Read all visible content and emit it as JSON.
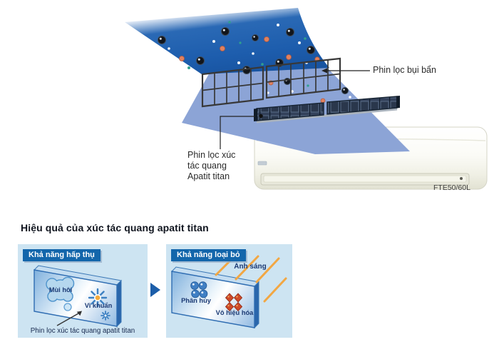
{
  "top_diagram": {
    "dust_filter_label": "Phin lọc bụi bẩn",
    "photo_filter_label": {
      "line1": "Phin lọc xúc",
      "line2": "tác quang",
      "line3": "Apatit titan"
    },
    "model_label": "FTE50/60L"
  },
  "effect_section": {
    "heading": "Hiệu quả của xúc tác quang apatit titan",
    "absorption_panel": {
      "badge": "Khả năng hấp thụ",
      "odor_label": "Mùi hôi",
      "bacteria_label": "Vi khuẩn",
      "caption": "Phin lọc xúc tác quang apatit titan"
    },
    "removal_panel": {
      "badge": "Khả năng loại bỏ",
      "light_label": "Ánh sáng",
      "decompose_label": "Phân hủy",
      "neutralize_label": "Vô hiệu hóa"
    }
  },
  "icons": {
    "odor": "cloud-blob",
    "bacteria": "burst-star",
    "light": "diagonal-rays",
    "decompose": "molecule-circles",
    "neutralize": "red-diamonds",
    "transition": "right-triangle-arrow"
  },
  "colors": {
    "sheet_blue": "#1d5dad",
    "beam_blue": "#8ca4d6",
    "badge_blue": "#1366ab",
    "panel_bg": "#cde4f2",
    "label_navy": "#1c3a74",
    "ray_orange": "#f2a743",
    "diamond_red": "#cf4a28",
    "molecule_blue": "#3f7fc4",
    "strip_dark": "#2e3b4d"
  }
}
